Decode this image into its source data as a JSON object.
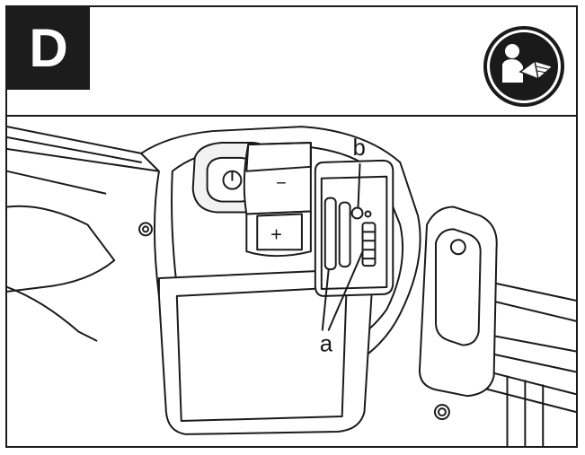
{
  "figure": {
    "step_letter": "D",
    "callouts": {
      "a": "a",
      "b": "b"
    },
    "control_symbols": {
      "minus": "−",
      "plus": "+"
    },
    "icons": [
      "read-manual-icon",
      "power-button-icon",
      "battery-level-icon",
      "led-indicator-icon"
    ],
    "colors": {
      "line": "#1a1a1a",
      "badge_bg": "#1c1c1c",
      "badge_text": "#ffffff",
      "fill_light": "#f2f2f2"
    }
  }
}
